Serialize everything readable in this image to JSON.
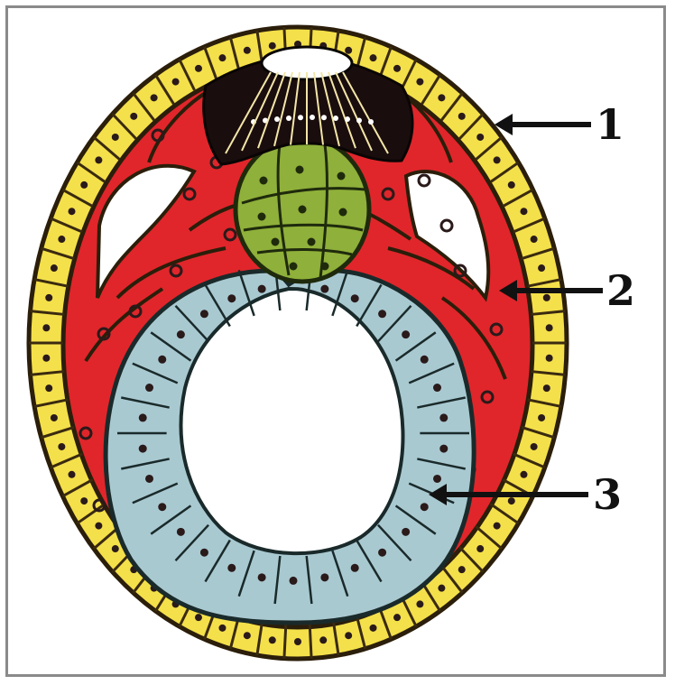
{
  "labels": [
    {
      "id": "1",
      "text": "1"
    },
    {
      "id": "2",
      "text": "2"
    },
    {
      "id": "3",
      "text": "3"
    }
  ],
  "colors": {
    "frame": "#8a8a8a",
    "outer_layer_fill": "#f4e04a",
    "outer_layer_stroke": "#3a2a10",
    "middle_layer_fill": "#e0262b",
    "inner_layer_fill": "#a9c9d1",
    "inner_mass_fill": "#8fb03a",
    "polar_cap_fill": "#1a0d0d",
    "nucleus": "#2a1a1a",
    "cavity": "#ffffff",
    "arrow": "#111111"
  },
  "icons": [
    "arrow-icon"
  ]
}
